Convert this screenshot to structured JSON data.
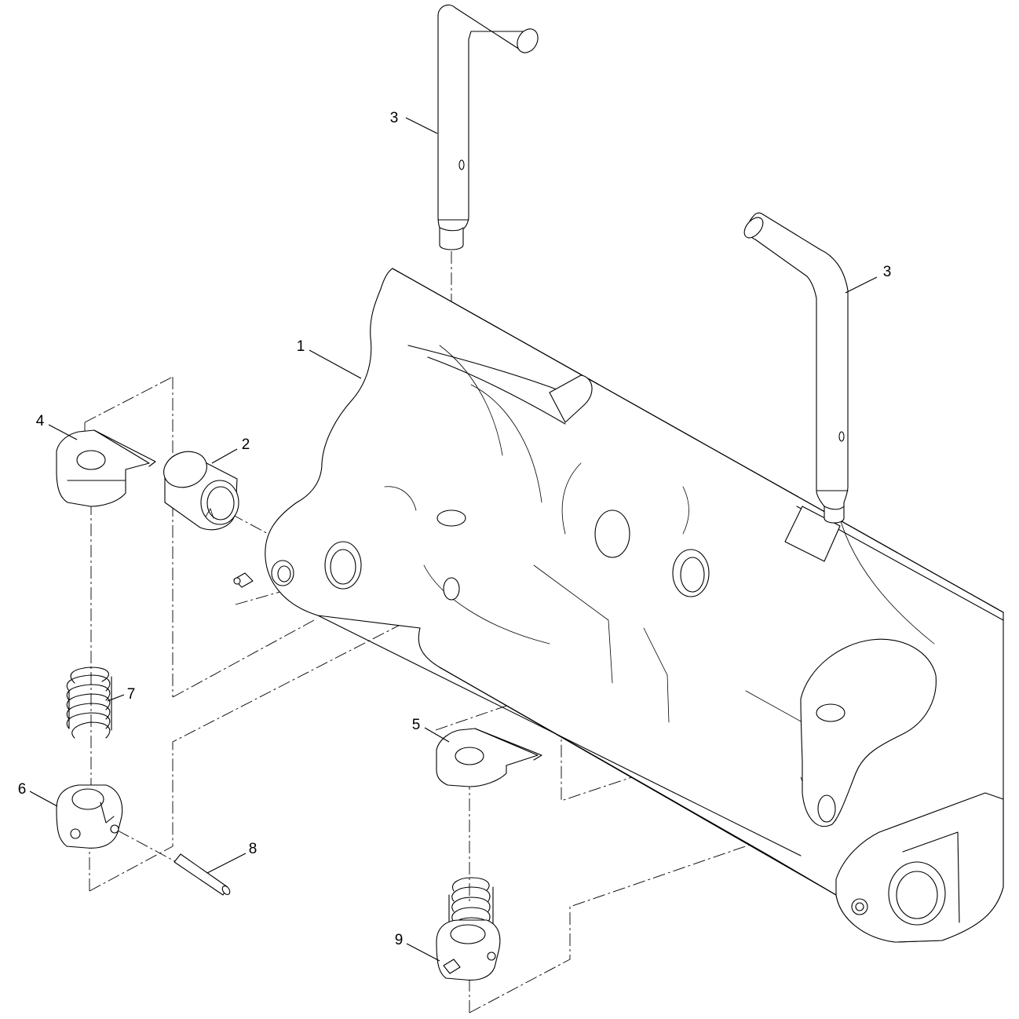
{
  "diagram": {
    "callouts": [
      {
        "id": "1",
        "label": "1"
      },
      {
        "id": "2",
        "label": "2"
      },
      {
        "id": "3a",
        "label": "3"
      },
      {
        "id": "3b",
        "label": "3"
      },
      {
        "id": "4",
        "label": "4"
      },
      {
        "id": "5",
        "label": "5"
      },
      {
        "id": "6",
        "label": "6"
      },
      {
        "id": "7",
        "label": "7"
      },
      {
        "id": "8",
        "label": "8"
      },
      {
        "id": "9",
        "label": "9"
      }
    ]
  }
}
